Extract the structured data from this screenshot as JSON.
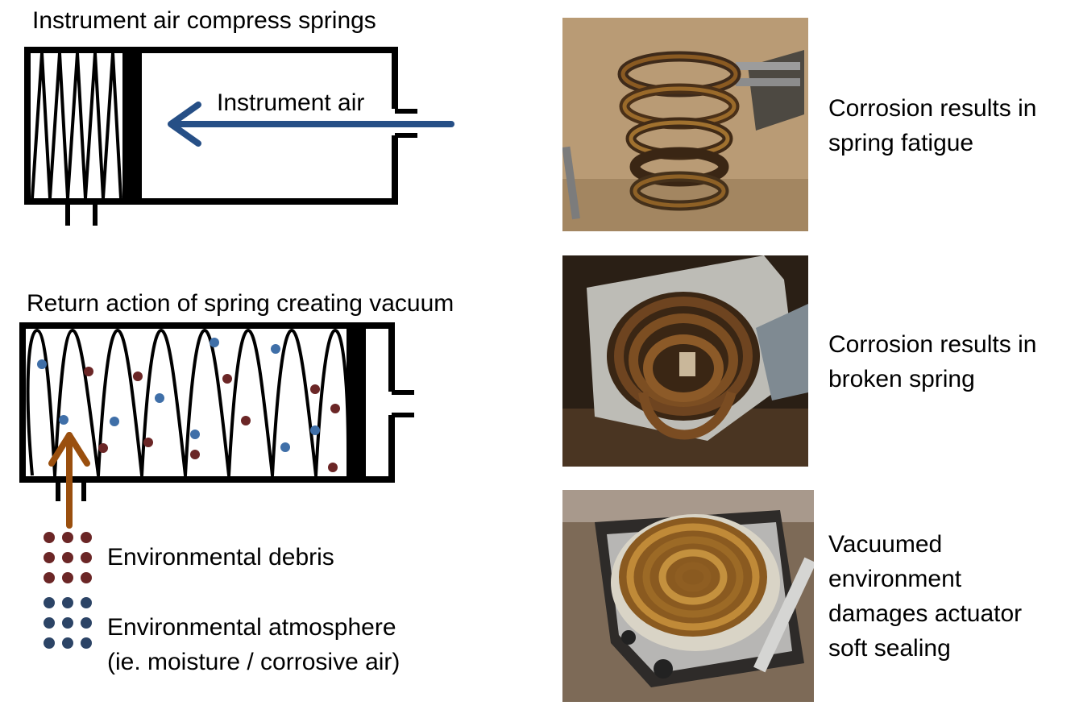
{
  "top_diagram": {
    "title": "Instrument air compress springs",
    "arrow_label": "Instrument air",
    "arrow_color": "#264F86"
  },
  "bottom_diagram": {
    "title": "Return action of spring creating vacuum",
    "arrow_color": "#9A4F0E",
    "debris_color": "#6B2626",
    "atmosphere_color": "#3F6FA8"
  },
  "legend": {
    "debris_label": "Environmental debris",
    "debris_color": "#6B2626",
    "atmosphere_label_line1": "Environmental atmosphere",
    "atmosphere_label_line2": "(ie. moisture / corrosive air)",
    "atmosphere_color": "#2C4466"
  },
  "photos": [
    {
      "icon": "rusted-spring-photo",
      "caption_line1": "Corrosion results in",
      "caption_line2": "spring fatigue"
    },
    {
      "icon": "broken-spring-photo",
      "caption_line1": "Corrosion results in",
      "caption_line2": "broken spring"
    },
    {
      "icon": "corroded-actuator-photo",
      "caption_lines": [
        "Vacuumed",
        "environment",
        "damages actuator",
        "soft sealing"
      ]
    }
  ]
}
